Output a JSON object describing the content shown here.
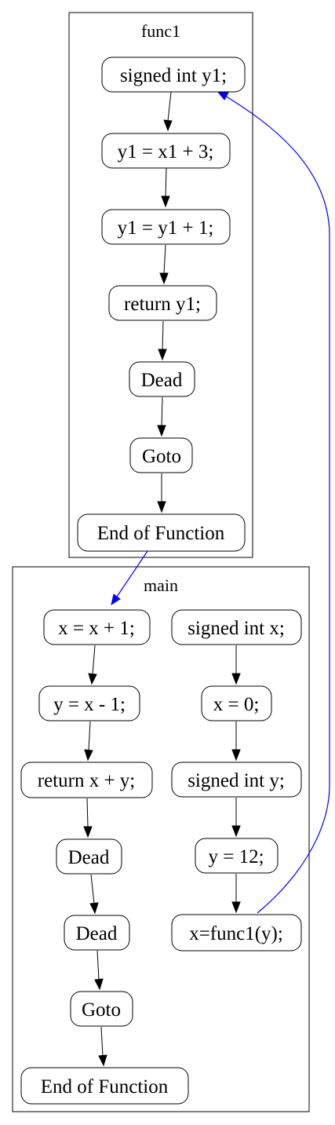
{
  "clusters": {
    "func1": {
      "title": "func1",
      "nodes": [
        "signed int y1;",
        "y1 = x1 + 3;",
        "y1 = y1 + 1;",
        "return y1;",
        "Dead",
        "Goto",
        "End of Function"
      ]
    },
    "main": {
      "title": "main",
      "left_nodes": [
        "x = x + 1;",
        "y = x - 1;",
        "return x + y;",
        "Dead",
        "Dead",
        "Goto",
        "End of Function"
      ],
      "right_nodes": [
        "signed int x;",
        "x = 0;",
        "signed int y;",
        "y = 12;",
        "x=func1(y);"
      ]
    }
  },
  "colors": {
    "flow_edge": "#000000",
    "call_edge": "#0000ff"
  }
}
